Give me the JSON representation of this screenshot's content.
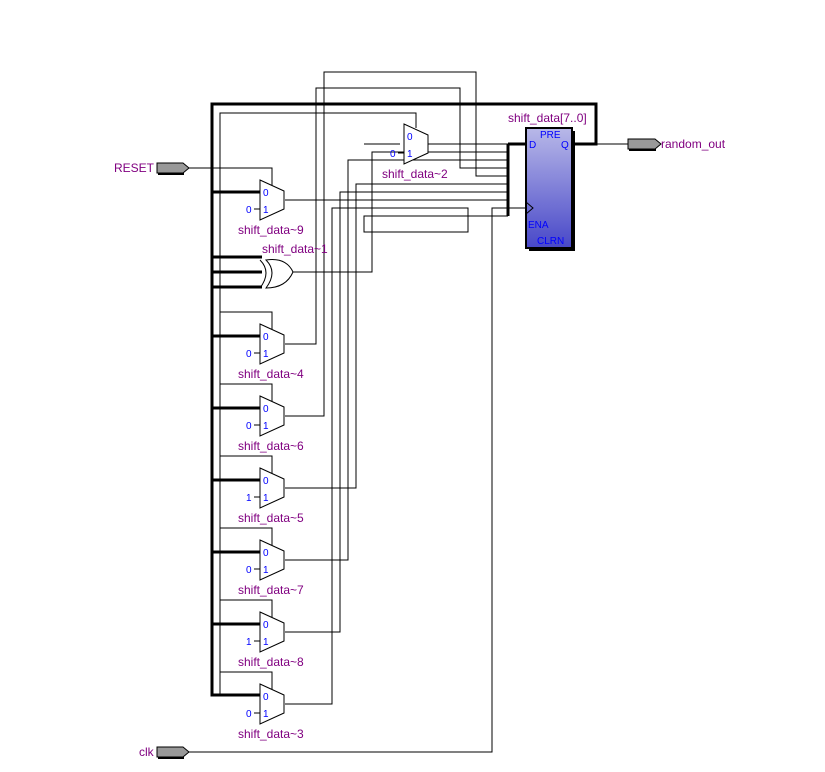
{
  "diagram": {
    "type": "RTL schematic",
    "ports": {
      "inputs": [
        {
          "name": "RESET"
        },
        {
          "name": "clk"
        }
      ],
      "outputs": [
        {
          "name": "random_out"
        }
      ]
    },
    "register": {
      "name": "shift_data[7..0]",
      "pins": {
        "pre": "PRE",
        "d": "D",
        "q": "Q",
        "ena": "ENA",
        "clrn": "CLRN"
      },
      "fill_color": "#5a5ad0"
    },
    "xor_gate": {
      "name": "shift_data~1"
    },
    "muxes": [
      {
        "name": "shift_data~2",
        "sel0": "0",
        "sel1": "1",
        "const_input": "0"
      },
      {
        "name": "shift_data~9",
        "sel0": "0",
        "sel1": "1",
        "const_input": "0"
      },
      {
        "name": "shift_data~4",
        "sel0": "0",
        "sel1": "1",
        "const_input": "0"
      },
      {
        "name": "shift_data~6",
        "sel0": "0",
        "sel1": "1",
        "const_input": "0"
      },
      {
        "name": "shift_data~5",
        "sel0": "0",
        "sel1": "1",
        "const_input": "1"
      },
      {
        "name": "shift_data~7",
        "sel0": "0",
        "sel1": "1",
        "const_input": "0"
      },
      {
        "name": "shift_data~8",
        "sel0": "0",
        "sel1": "1",
        "const_input": "1"
      },
      {
        "name": "shift_data~3",
        "sel0": "0",
        "sel1": "1",
        "const_input": "0"
      }
    ],
    "colors": {
      "label": "#800080",
      "pin_text": "#0000ff",
      "wire": "#000000",
      "port_fill": "#999999"
    }
  }
}
